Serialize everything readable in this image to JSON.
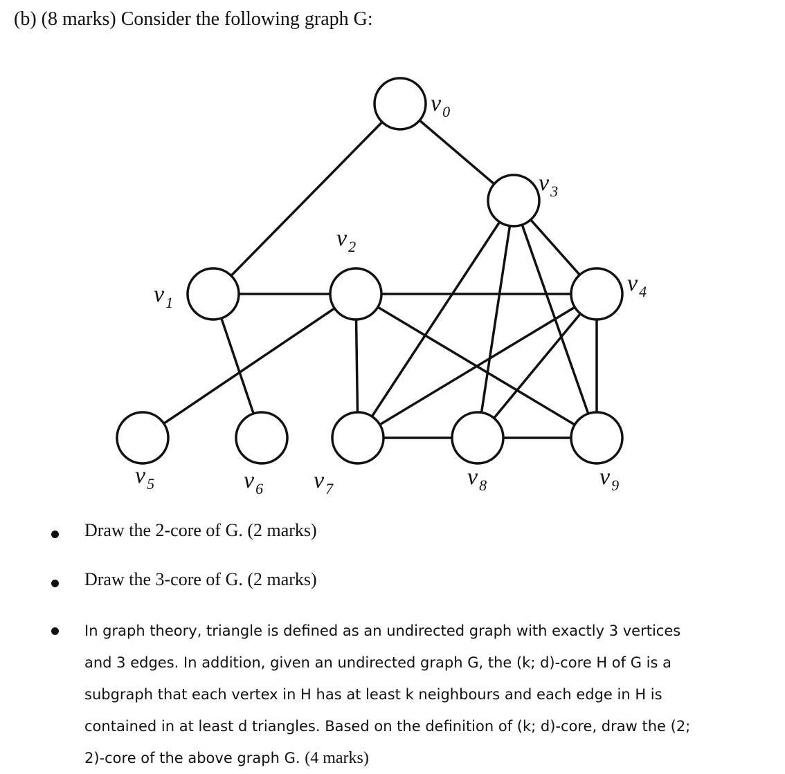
{
  "question": {
    "heading": "(b) (8 marks) Consider the following graph G:"
  },
  "graph": {
    "nodes": [
      {
        "id": "v0",
        "label": "v",
        "sub": "0"
      },
      {
        "id": "v1",
        "label": "v",
        "sub": "1"
      },
      {
        "id": "v2",
        "label": "v",
        "sub": "2"
      },
      {
        "id": "v3",
        "label": "v",
        "sub": "3"
      },
      {
        "id": "v4",
        "label": "v",
        "sub": "4"
      },
      {
        "id": "v5",
        "label": "v",
        "sub": "5"
      },
      {
        "id": "v6",
        "label": "v",
        "sub": "6"
      },
      {
        "id": "v7",
        "label": "v",
        "sub": "7"
      },
      {
        "id": "v8",
        "label": "v",
        "sub": "8"
      },
      {
        "id": "v9",
        "label": "v",
        "sub": "9"
      }
    ],
    "edges": [
      [
        "v0",
        "v1"
      ],
      [
        "v0",
        "v3"
      ],
      [
        "v1",
        "v2"
      ],
      [
        "v1",
        "v6"
      ],
      [
        "v2",
        "v5"
      ],
      [
        "v2",
        "v4"
      ],
      [
        "v2",
        "v7"
      ],
      [
        "v2",
        "v9"
      ],
      [
        "v3",
        "v4"
      ],
      [
        "v3",
        "v7"
      ],
      [
        "v3",
        "v8"
      ],
      [
        "v3",
        "v9"
      ],
      [
        "v4",
        "v7"
      ],
      [
        "v4",
        "v8"
      ],
      [
        "v4",
        "v9"
      ],
      [
        "v7",
        "v8"
      ],
      [
        "v8",
        "v9"
      ]
    ]
  },
  "bullets": [
    {
      "text": "Draw the 2-core of G. (2 marks)"
    },
    {
      "text": "Draw the 3-core of G. (2 marks)"
    },
    {
      "lines": [
        "In graph theory, triangle is defined as an undirected graph with exactly 3 vertices",
        "and 3 edges. In addition, given an undirected graph G, the (k; d)-core H of G is a",
        "subgraph that each vertex in H has at least k neighbours and each edge in H is",
        "contained in at least d triangles. Based on the definition of (k; d)-core, draw the (2;",
        "2)-core of the above graph G."
      ],
      "marks": "(4 marks)"
    }
  ]
}
